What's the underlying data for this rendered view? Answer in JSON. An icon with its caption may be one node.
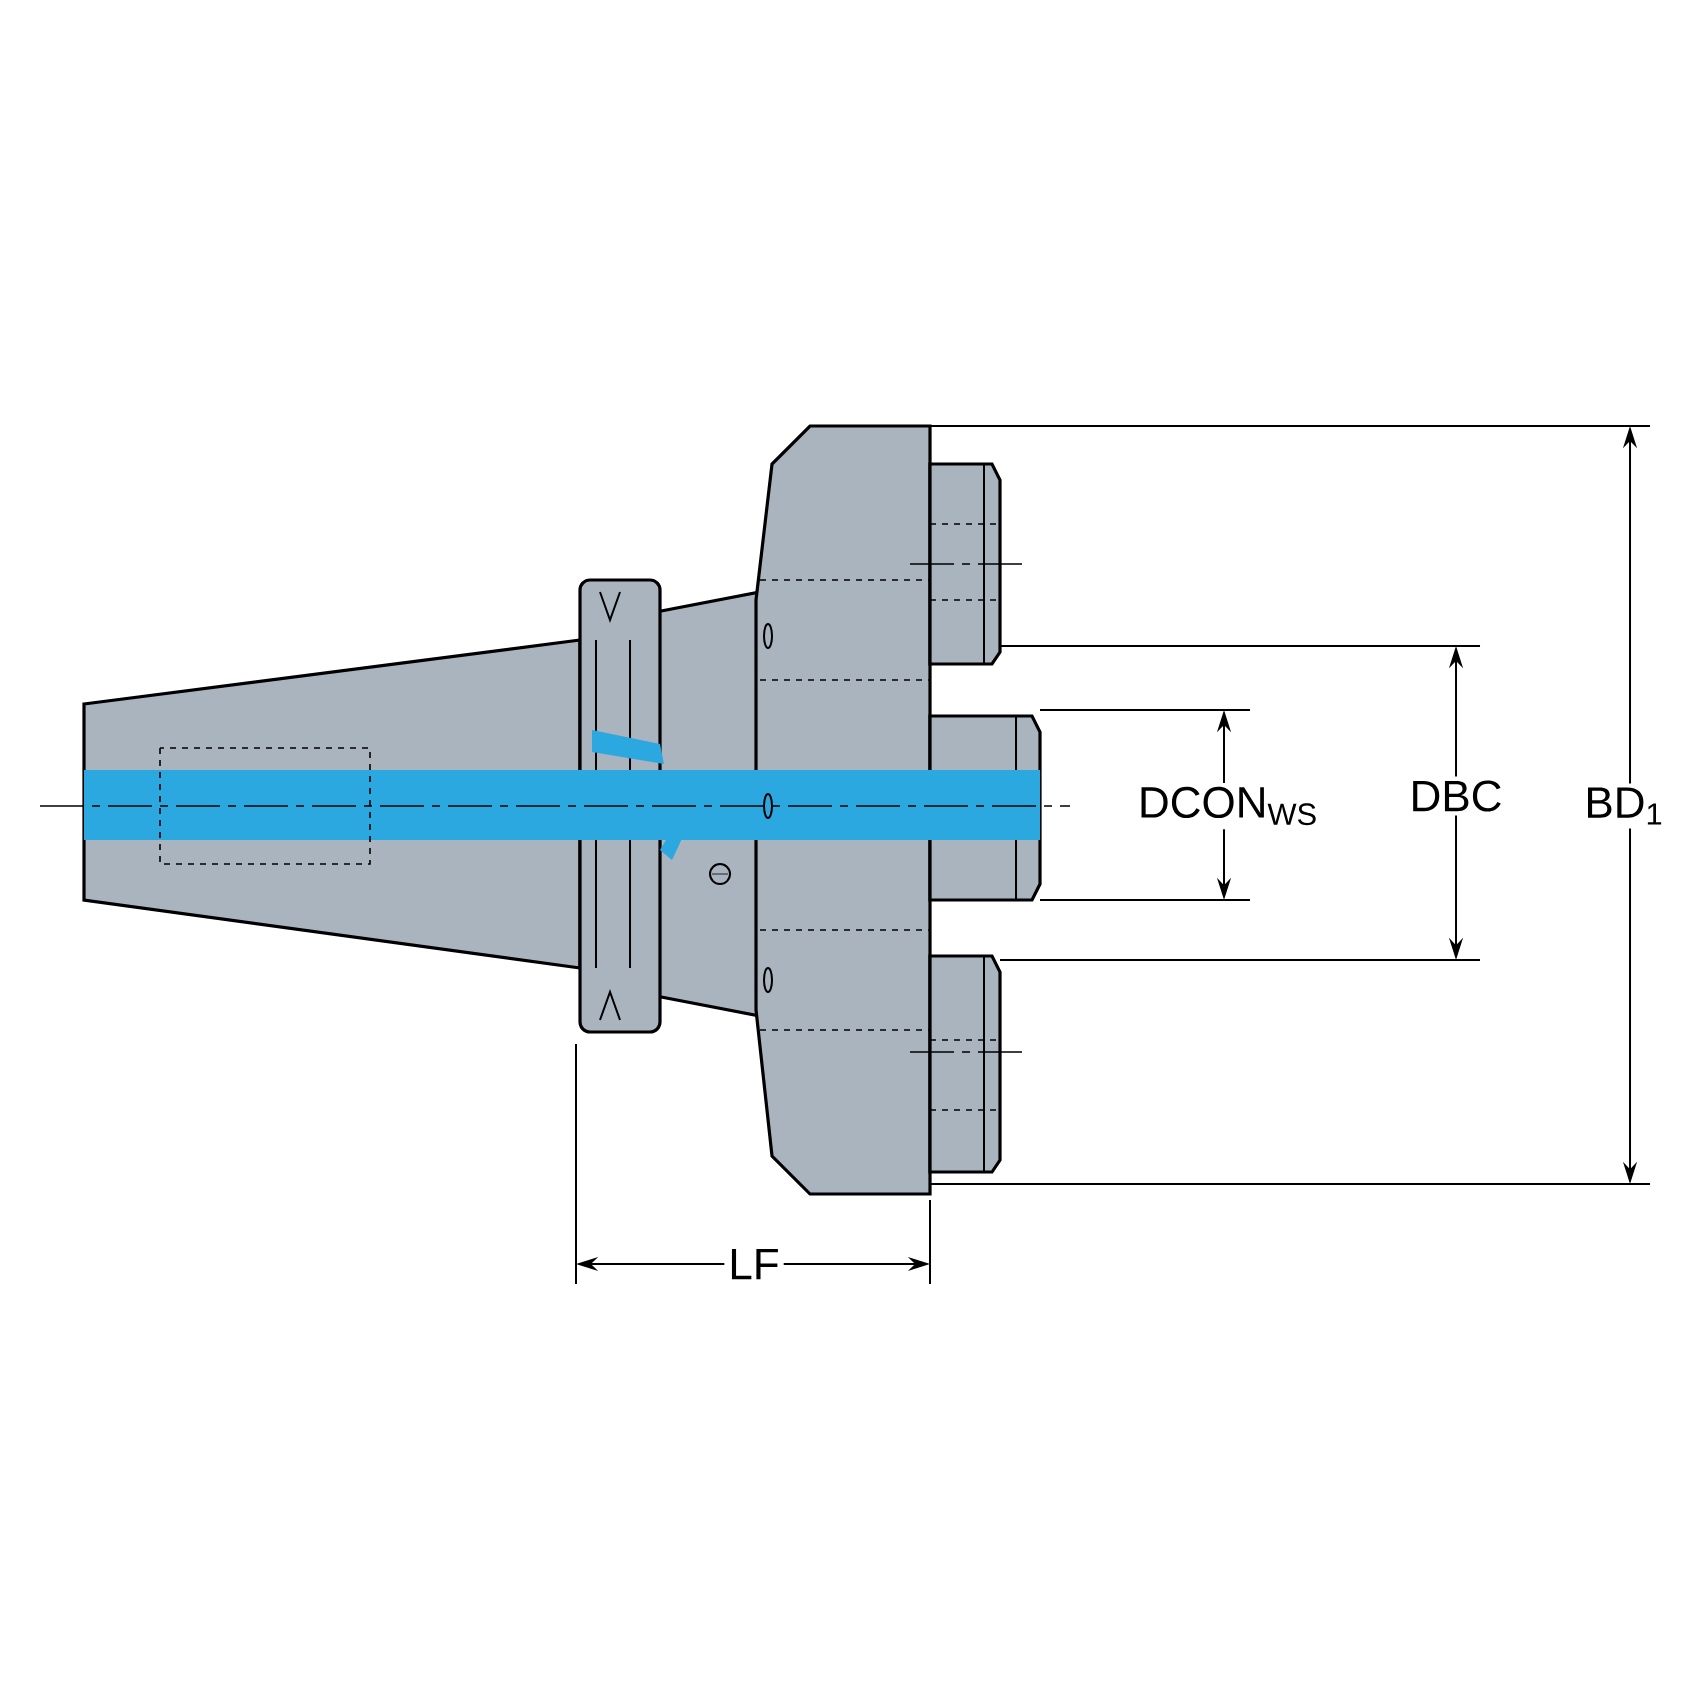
{
  "diagram": {
    "labels": [
      "DCON$_{WS}$",
      "DBC",
      "BD$_{1}$",
      "LF"
    ]
  }
}
